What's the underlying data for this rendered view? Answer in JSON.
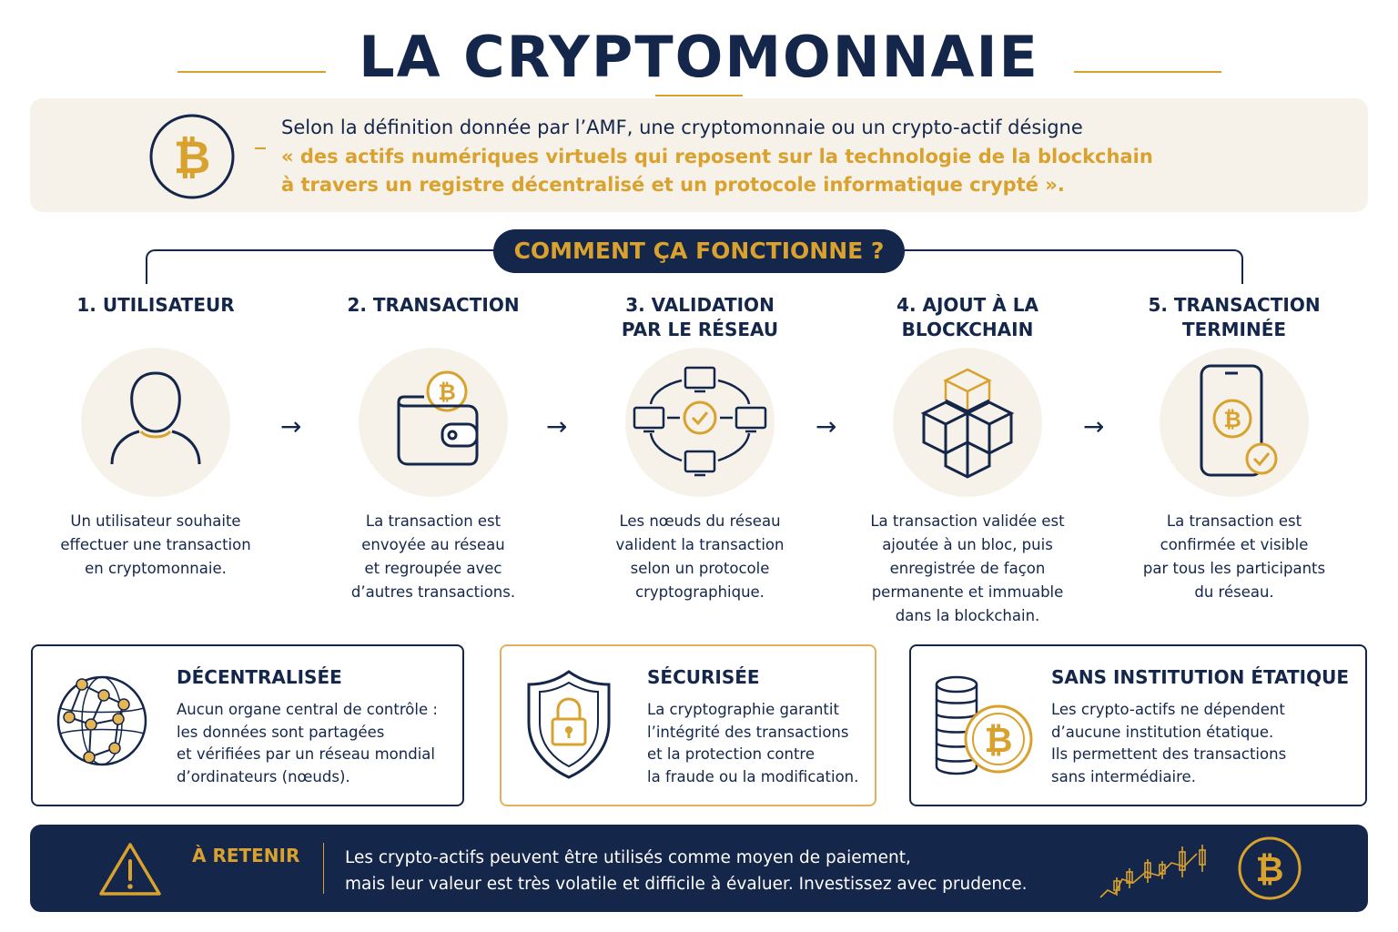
{
  "title": "LA CRYPTOMONNAIE",
  "definition": {
    "icon": "bitcoin-icon",
    "line1": "Selon la définition donnée par l’AMF, une cryptomonnaie ou un crypto-actif désigne",
    "line2": "« des actifs numériques virtuels qui reposent sur la technologie de la blockchain",
    "line3": "à travers un registre décentralisé et un protocole informatique crypté »."
  },
  "how_it_works": {
    "heading": "COMMENT ÇA FONCTIONNE ?",
    "steps": [
      {
        "title": "1. UTILISATEUR",
        "icon": "user-icon",
        "desc": "Un utilisateur souhaite\neffectuer une transaction\nen cryptomonnaie."
      },
      {
        "title": "2. TRANSACTION",
        "icon": "wallet-bitcoin-icon",
        "desc": "La transaction est\nenvoyée au réseau\net regroupée avec\nd’autres transactions."
      },
      {
        "title": "3. VALIDATION\nPAR LE RÉSEAU",
        "icon": "network-validation-icon",
        "desc": "Les nœuds du réseau\nvalident la transaction\nselon un protocole\ncryptographique."
      },
      {
        "title": "4. AJOUT À LA\nBLOCKCHAIN",
        "icon": "blocks-icon",
        "desc": "La transaction validée est\najoutée à un bloc, puis\nenregistrée de façon\npermanente et immuable\ndans la blockchain."
      },
      {
        "title": "5. TRANSACTION\nTERMINÉE",
        "icon": "phone-confirmed-icon",
        "desc": "La transaction est\nconfirmée et visible\npar tous les participants\ndu réseau."
      }
    ],
    "arrow": "→"
  },
  "features": [
    {
      "title": "DÉCENTRALISÉE",
      "icon": "globe-network-icon",
      "body": "Aucun organe central de contrôle :\nles données sont partagées\net vérifiées par un réseau mondial\nd’ordinateurs (nœuds)."
    },
    {
      "title": "SÉCURISÉE",
      "icon": "shield-lock-icon",
      "body": "La cryptographie garantit\nl’intégrité des transactions\net la protection contre\nla fraude ou la modification."
    },
    {
      "title": "SANS INSTITUTION ÉTATIQUE",
      "icon": "coins-stack-icon",
      "body": "Les crypto-actifs ne dépendent\nd’aucune institution étatique.\nIls permettent des transactions\nsans intermédiaire."
    }
  ],
  "footer": {
    "title": "À RETENIR",
    "text": "Les crypto-actifs peuvent être utilisés comme moyen de paiement,\nmais leur valeur est très volatile et difficile à évaluer. Investissez avec prudence.",
    "icons": [
      "warning-icon",
      "candlestick-chart-icon",
      "bitcoin-icon"
    ]
  },
  "colors": {
    "navy": "#14264a",
    "gold": "#d9a12d",
    "cream": "#f6f2ea"
  }
}
